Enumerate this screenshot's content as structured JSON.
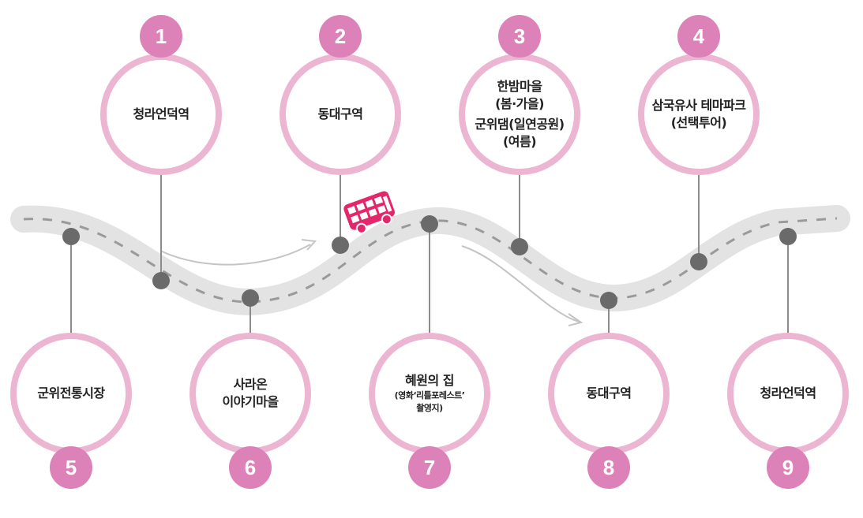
{
  "colors": {
    "road": "#e3e3e3",
    "dash": "#9a9a9a",
    "connector": "#8c8c8c",
    "node": "#6a6a6a",
    "circle_border": "#ecb6d2",
    "badge": "#dc82b8",
    "bus": "#e4266a",
    "arrow": "#c4c4c4"
  },
  "icons": {
    "bus": "double-decker-bus-icon"
  },
  "stops": [
    {
      "number": "1",
      "lines": [
        "청라언덕역"
      ]
    },
    {
      "number": "2",
      "lines": [
        "동대구역"
      ]
    },
    {
      "number": "3",
      "lines": [
        "한밤마을",
        "(봄·가을)",
        "군위댐(일연공원)",
        "(여름)"
      ]
    },
    {
      "number": "4",
      "lines": [
        "삼국유사 테마파크",
        "(선택투어)"
      ]
    },
    {
      "number": "5",
      "lines": [
        "군위전통시장"
      ]
    },
    {
      "number": "6",
      "lines": [
        "사라온",
        "이야기마을"
      ]
    },
    {
      "number": "7",
      "lines": [
        "혜원의 집"
      ],
      "sub": [
        "(영화‘리틀포레스트’",
        "촬영지)"
      ]
    },
    {
      "number": "8",
      "lines": [
        "동대구역"
      ]
    },
    {
      "number": "9",
      "lines": [
        "청라언덕역"
      ]
    }
  ]
}
